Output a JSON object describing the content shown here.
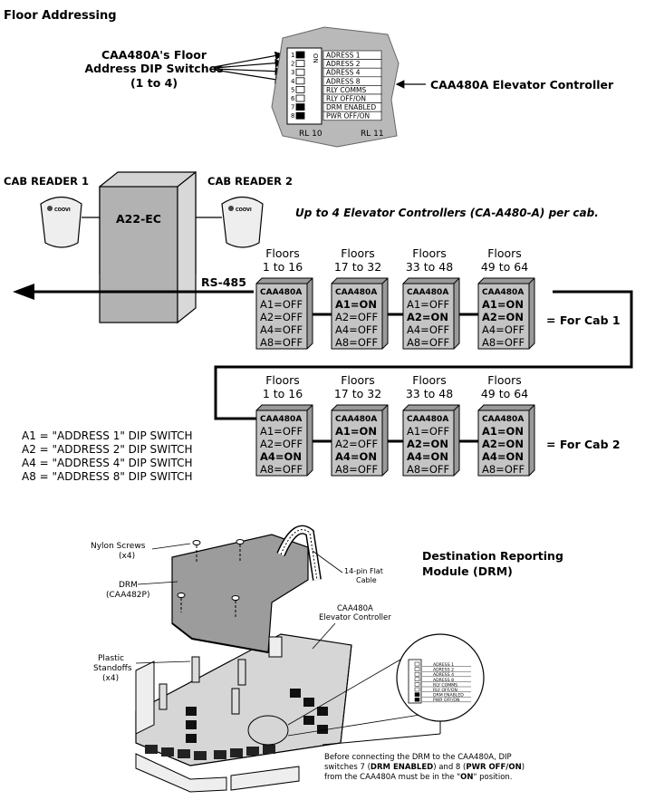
{
  "section_title": "Floor Addressing",
  "dip_callout": {
    "line1": "CAA480A's Floor",
    "line2": "Address DIP Switches",
    "line3": "(1 to 4)"
  },
  "controller_label": "CAA480A Elevator Controller",
  "dip_rows": [
    "ADRESS 1",
    "ADRESS 2",
    "ADRESS 4",
    "ADRESS 8",
    "RLY COMMS",
    "RLY OFF/ON",
    "DRM ENABLED",
    "PWR OFF/ON"
  ],
  "dip_numbers": [
    "1",
    "2",
    "3",
    "4",
    "5",
    "6",
    "7",
    "8"
  ],
  "dip_on_label": "ON",
  "relay_labels": [
    "RL 10",
    "RL 11"
  ],
  "cab_reader_1": "CAB READER 1",
  "cab_reader_2": "CAB READER 2",
  "reader_brand": "COOVI",
  "panel_label": "A22-EC",
  "bus_label": "RS-485",
  "headline": "Up to 4 Elevator Controllers (CA-A480-A) per cab.",
  "floor_word": "Floors",
  "floor_ranges": [
    "1 to 16",
    "17 to 32",
    "33 to 48",
    "49 to 64"
  ],
  "box_title": "CAA480A",
  "cab1_label": "= For Cab 1",
  "cab2_label": "= For Cab 2",
  "cab1": [
    [
      "A1=OFF",
      "A2=OFF",
      "A4=OFF",
      "A8=OFF"
    ],
    [
      "A1=ON",
      "A2=OFF",
      "A4=OFF",
      "A8=OFF"
    ],
    [
      "A1=OFF",
      "A2=ON",
      "A4=OFF",
      "A8=OFF"
    ],
    [
      "A1=ON",
      "A2=ON",
      "A4=OFF",
      "A8=OFF"
    ]
  ],
  "cab2": [
    [
      "A1=OFF",
      "A2=OFF",
      "A4=ON",
      "A8=OFF"
    ],
    [
      "A1=ON",
      "A2=OFF",
      "A4=ON",
      "A8=OFF"
    ],
    [
      "A1=OFF",
      "A2=ON",
      "A4=ON",
      "A8=OFF"
    ],
    [
      "A1=ON",
      "A2=ON",
      "A4=ON",
      "A8=OFF"
    ]
  ],
  "legend": [
    "A1 = \"ADDRESS 1\" DIP SWITCH",
    "A2 = \"ADDRESS 2\" DIP SWITCH",
    "A4 = \"ADDRESS 4\" DIP SWITCH",
    "A8 = \"ADDRESS 8\" DIP SWITCH"
  ],
  "drm_title_line1": "Destination Reporting",
  "drm_title_line2": "Module (DRM)",
  "nylon_screws": "Nylon Screws",
  "nylon_count": "(x4)",
  "drm_label": "DRM",
  "drm_part": "(CAA482P)",
  "cable_line1": "14-pin Flat",
  "cable_line2": "Cable",
  "ctrl_line1": "CAA480A",
  "ctrl_line2": "Elevator Controller",
  "standoffs_line1": "Plastic",
  "standoffs_line2": "Standoffs",
  "standoffs_count": "(x4)",
  "note": {
    "l1": "Before connecting the DRM to the CAA480A, DIP",
    "l2a": "switches 7 (",
    "l2b": "DRM ENABLED",
    "l2c": ") and 8 (",
    "l2d": "PWR OFF/ON",
    "l2e": ")",
    "l3a": "from the CAA480A must be in the \"",
    "l3b": "ON",
    "l3c": "\" position."
  }
}
